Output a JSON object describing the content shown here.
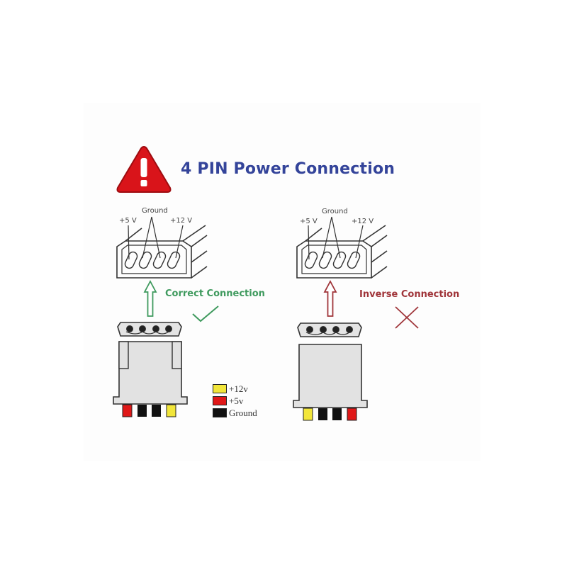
{
  "title": "4 PIN Power Connection",
  "icons": {
    "warning": "warning-triangle-icon"
  },
  "pin_labels": {
    "plus5": "+5 V",
    "ground": "Ground",
    "plus12": "+12 V"
  },
  "correct": {
    "label": "Correct Connection",
    "color": "#3f9a5e",
    "mark": "checkmark",
    "wire_order": [
      "red",
      "black",
      "black",
      "yellow"
    ]
  },
  "inverse": {
    "label": "Inverse Connection",
    "color": "#a0353a",
    "mark": "cross",
    "wire_order": [
      "yellow",
      "black",
      "black",
      "red"
    ]
  },
  "legend": [
    {
      "label": "+12v",
      "color": "#f2e63a"
    },
    {
      "label": "+5v",
      "color": "#e01818"
    },
    {
      "label": "Ground",
      "color": "#111111"
    }
  ],
  "colors": {
    "title": "#34449a",
    "warning": "#d9141a",
    "connector_fill": "#e2e2e2",
    "outline": "#333333"
  }
}
